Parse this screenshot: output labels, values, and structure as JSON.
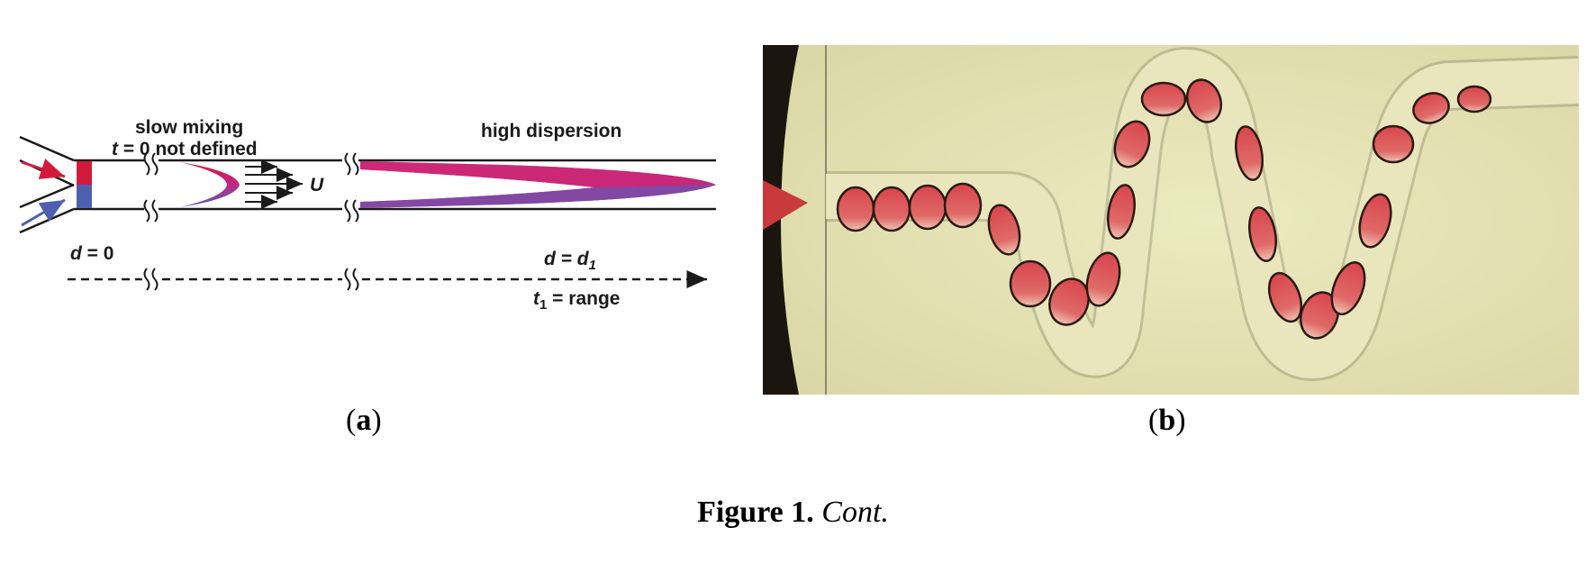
{
  "panel_a": {
    "slow_mixing": "slow mixing",
    "t0_prefix": "t",
    "t0_suffix": " = 0 not defined",
    "high_dispersion": "high dispersion",
    "velocity_symbol": "U",
    "d0_prefix": "d",
    "d0_suffix": " = 0",
    "d1_prefix": "d",
    "d1_mid": " = d",
    "d1_sub": "1",
    "t1_prefix": "t",
    "t1_sub": "1",
    "t1_suffix": " = range",
    "colors": {
      "red": "#d41a3c",
      "blue": "#4d5fae",
      "magenta": "#c0288a"
    }
  },
  "labels": {
    "a_open": "(",
    "a_letter": "a",
    "a_close": ")",
    "b_open": "(",
    "b_letter": "b",
    "b_close": ")"
  },
  "caption": {
    "number": "Figure 1.",
    "text": "Cont."
  }
}
